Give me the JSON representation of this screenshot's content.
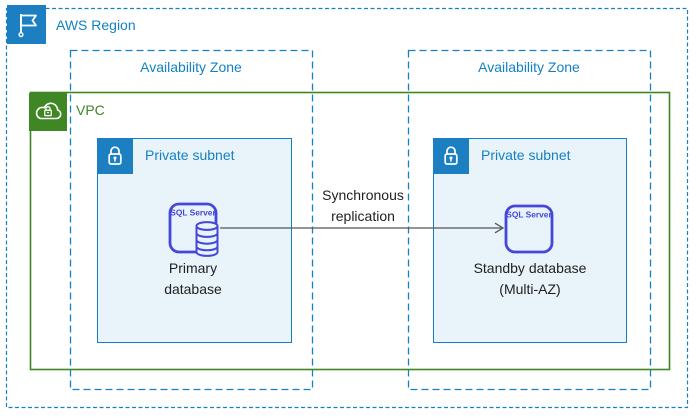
{
  "colors": {
    "blue": "#1581C2",
    "blue_dark": "#1B7FC2",
    "green": "#3F8624",
    "indigo": "#4547D8",
    "subnet_fill": "#E9F3FA",
    "arrow": "#565656",
    "text": "#1F1F1F"
  },
  "region": {
    "label": "AWS Region",
    "icon": "flag-icon"
  },
  "availability_zones": [
    {
      "label": "Availability Zone"
    },
    {
      "label": "Availability Zone"
    }
  ],
  "vpc": {
    "label": "VPC",
    "icon": "cloud-lock-icon"
  },
  "subnets": [
    {
      "label": "Private subnet",
      "icon": "padlock-icon"
    },
    {
      "label": "Private subnet",
      "icon": "padlock-icon"
    }
  ],
  "databases": [
    {
      "icon_text": "SQL Server",
      "label_line1": "Primary",
      "label_line2": "database"
    },
    {
      "icon_text": "SQL Server",
      "label_line1": "Standby database",
      "label_line2": "(Multi-AZ)"
    }
  ],
  "replication": {
    "label_line1": "Synchronous",
    "label_line2": "replication"
  }
}
